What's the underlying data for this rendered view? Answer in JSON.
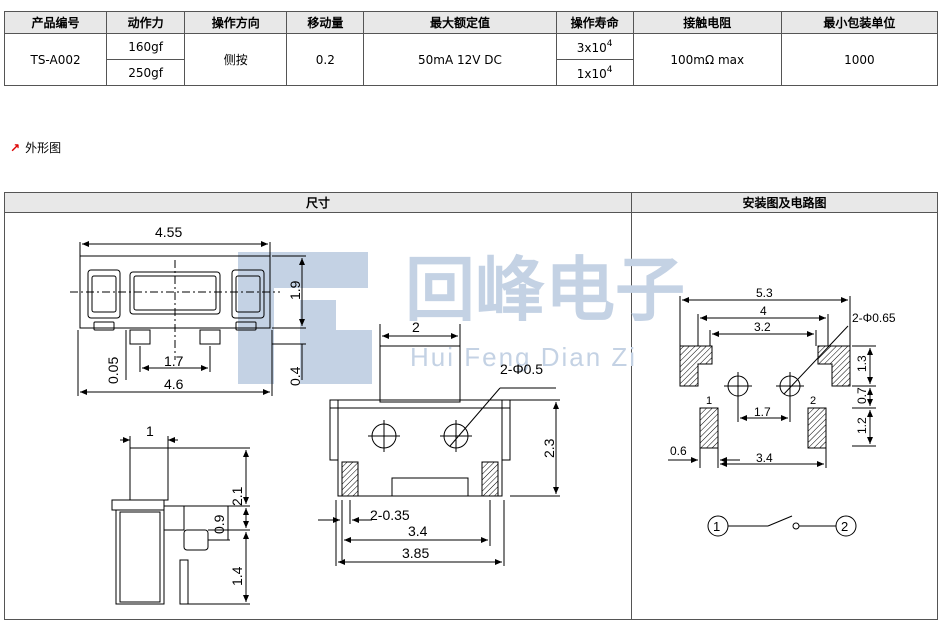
{
  "spec_table": {
    "headers": [
      "产品编号",
      "动作力",
      "操作方向",
      "移动量",
      "最大额定值",
      "操作寿命",
      "接触电阻",
      "最小包装单位"
    ],
    "product_no": "TS-A002",
    "force": [
      "160gf",
      "250gf"
    ],
    "direction": "侧按",
    "travel": "0.2",
    "rating": "50mA 12V DC",
    "life": [
      {
        "base": "3x10",
        "exp": "4"
      },
      {
        "base": "1x10",
        "exp": "4"
      }
    ],
    "resistance": "100mΩ max",
    "min_pack": "1000"
  },
  "section_title": "外形图",
  "panel": {
    "dimensions_title": "尺寸",
    "install_title": "安装图及电路图"
  },
  "watermark": {
    "cn": "回峰电子",
    "pinyin": "Hui Feng Dian Zi",
    "color": "#b8c8dc"
  },
  "dims": {
    "top_width": "4.55",
    "top_height": "1.9",
    "bottom_width": "4.6",
    "pin_pitch": "1.7",
    "pin_thick": "0.05",
    "pin_len": "0.4",
    "side_w": "1",
    "side_h1": "2.1",
    "side_h2": "0.9",
    "side_h3": "1.4",
    "act_w": "2",
    "hole": "2-Φ0.5",
    "front_h": "2.3",
    "pad_w": "2-0.35",
    "pad_pitch": "3.4",
    "total_w": "3.85"
  },
  "pcb": {
    "w1": "5.3",
    "w2": "4",
    "w3": "3.2",
    "hole": "2-Φ0.65",
    "h1": "1.3",
    "h2": "0.7",
    "h3": "1.2",
    "pitch": "1.7",
    "pad": "0.6",
    "pad_pitch": "3.4",
    "pin1": "1",
    "pin2": "2"
  },
  "circuit": {
    "left": "1",
    "right": "2"
  }
}
